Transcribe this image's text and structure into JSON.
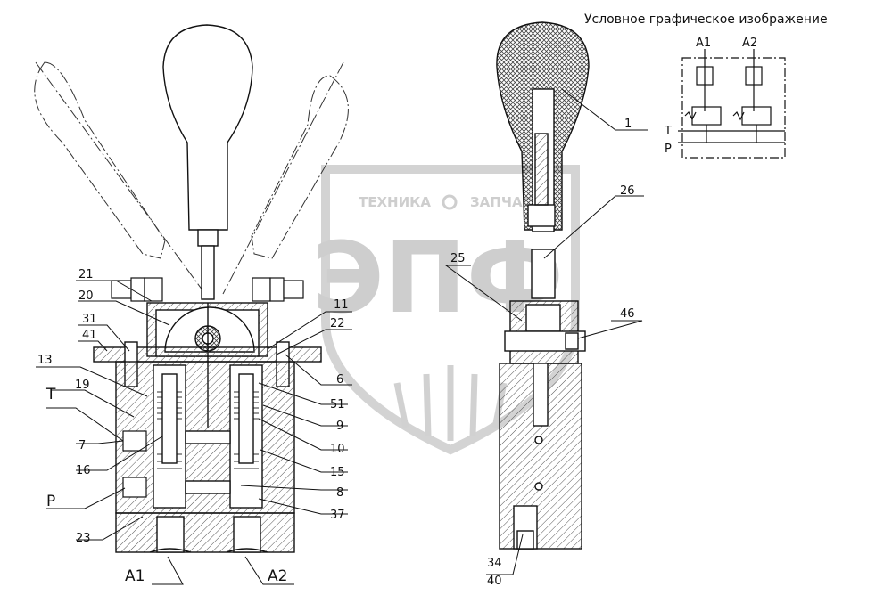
{
  "title": "Условное графическое изображение",
  "watermark": {
    "top_text_left": "ТЕХНИКА",
    "top_text_right": "ЗАПЧАСТИ",
    "logo_text": "ЭПФ"
  },
  "ports": {
    "a1": "A1",
    "a2": "A2",
    "t": "T",
    "p": "P"
  },
  "symbol_ports": {
    "a1": "A1",
    "a2": "A2",
    "t": "T",
    "p": "P"
  },
  "labels": {
    "n1": "1",
    "n26": "26",
    "n25": "25",
    "n46": "46",
    "n21": "21",
    "n20": "20",
    "n31": "31",
    "n41": "41",
    "n13": "13",
    "n19": "19",
    "n7": "7",
    "n16": "16",
    "n23": "23",
    "n11": "11",
    "n22": "22",
    "n6": "6",
    "n51": "51",
    "n9": "9",
    "n10": "10",
    "n15": "15",
    "n8": "8",
    "n37": "37",
    "n34": "34",
    "n40": "40"
  },
  "colors": {
    "line": "#111111",
    "hatch": "#555555",
    "watermark": "#c9c9c9"
  }
}
